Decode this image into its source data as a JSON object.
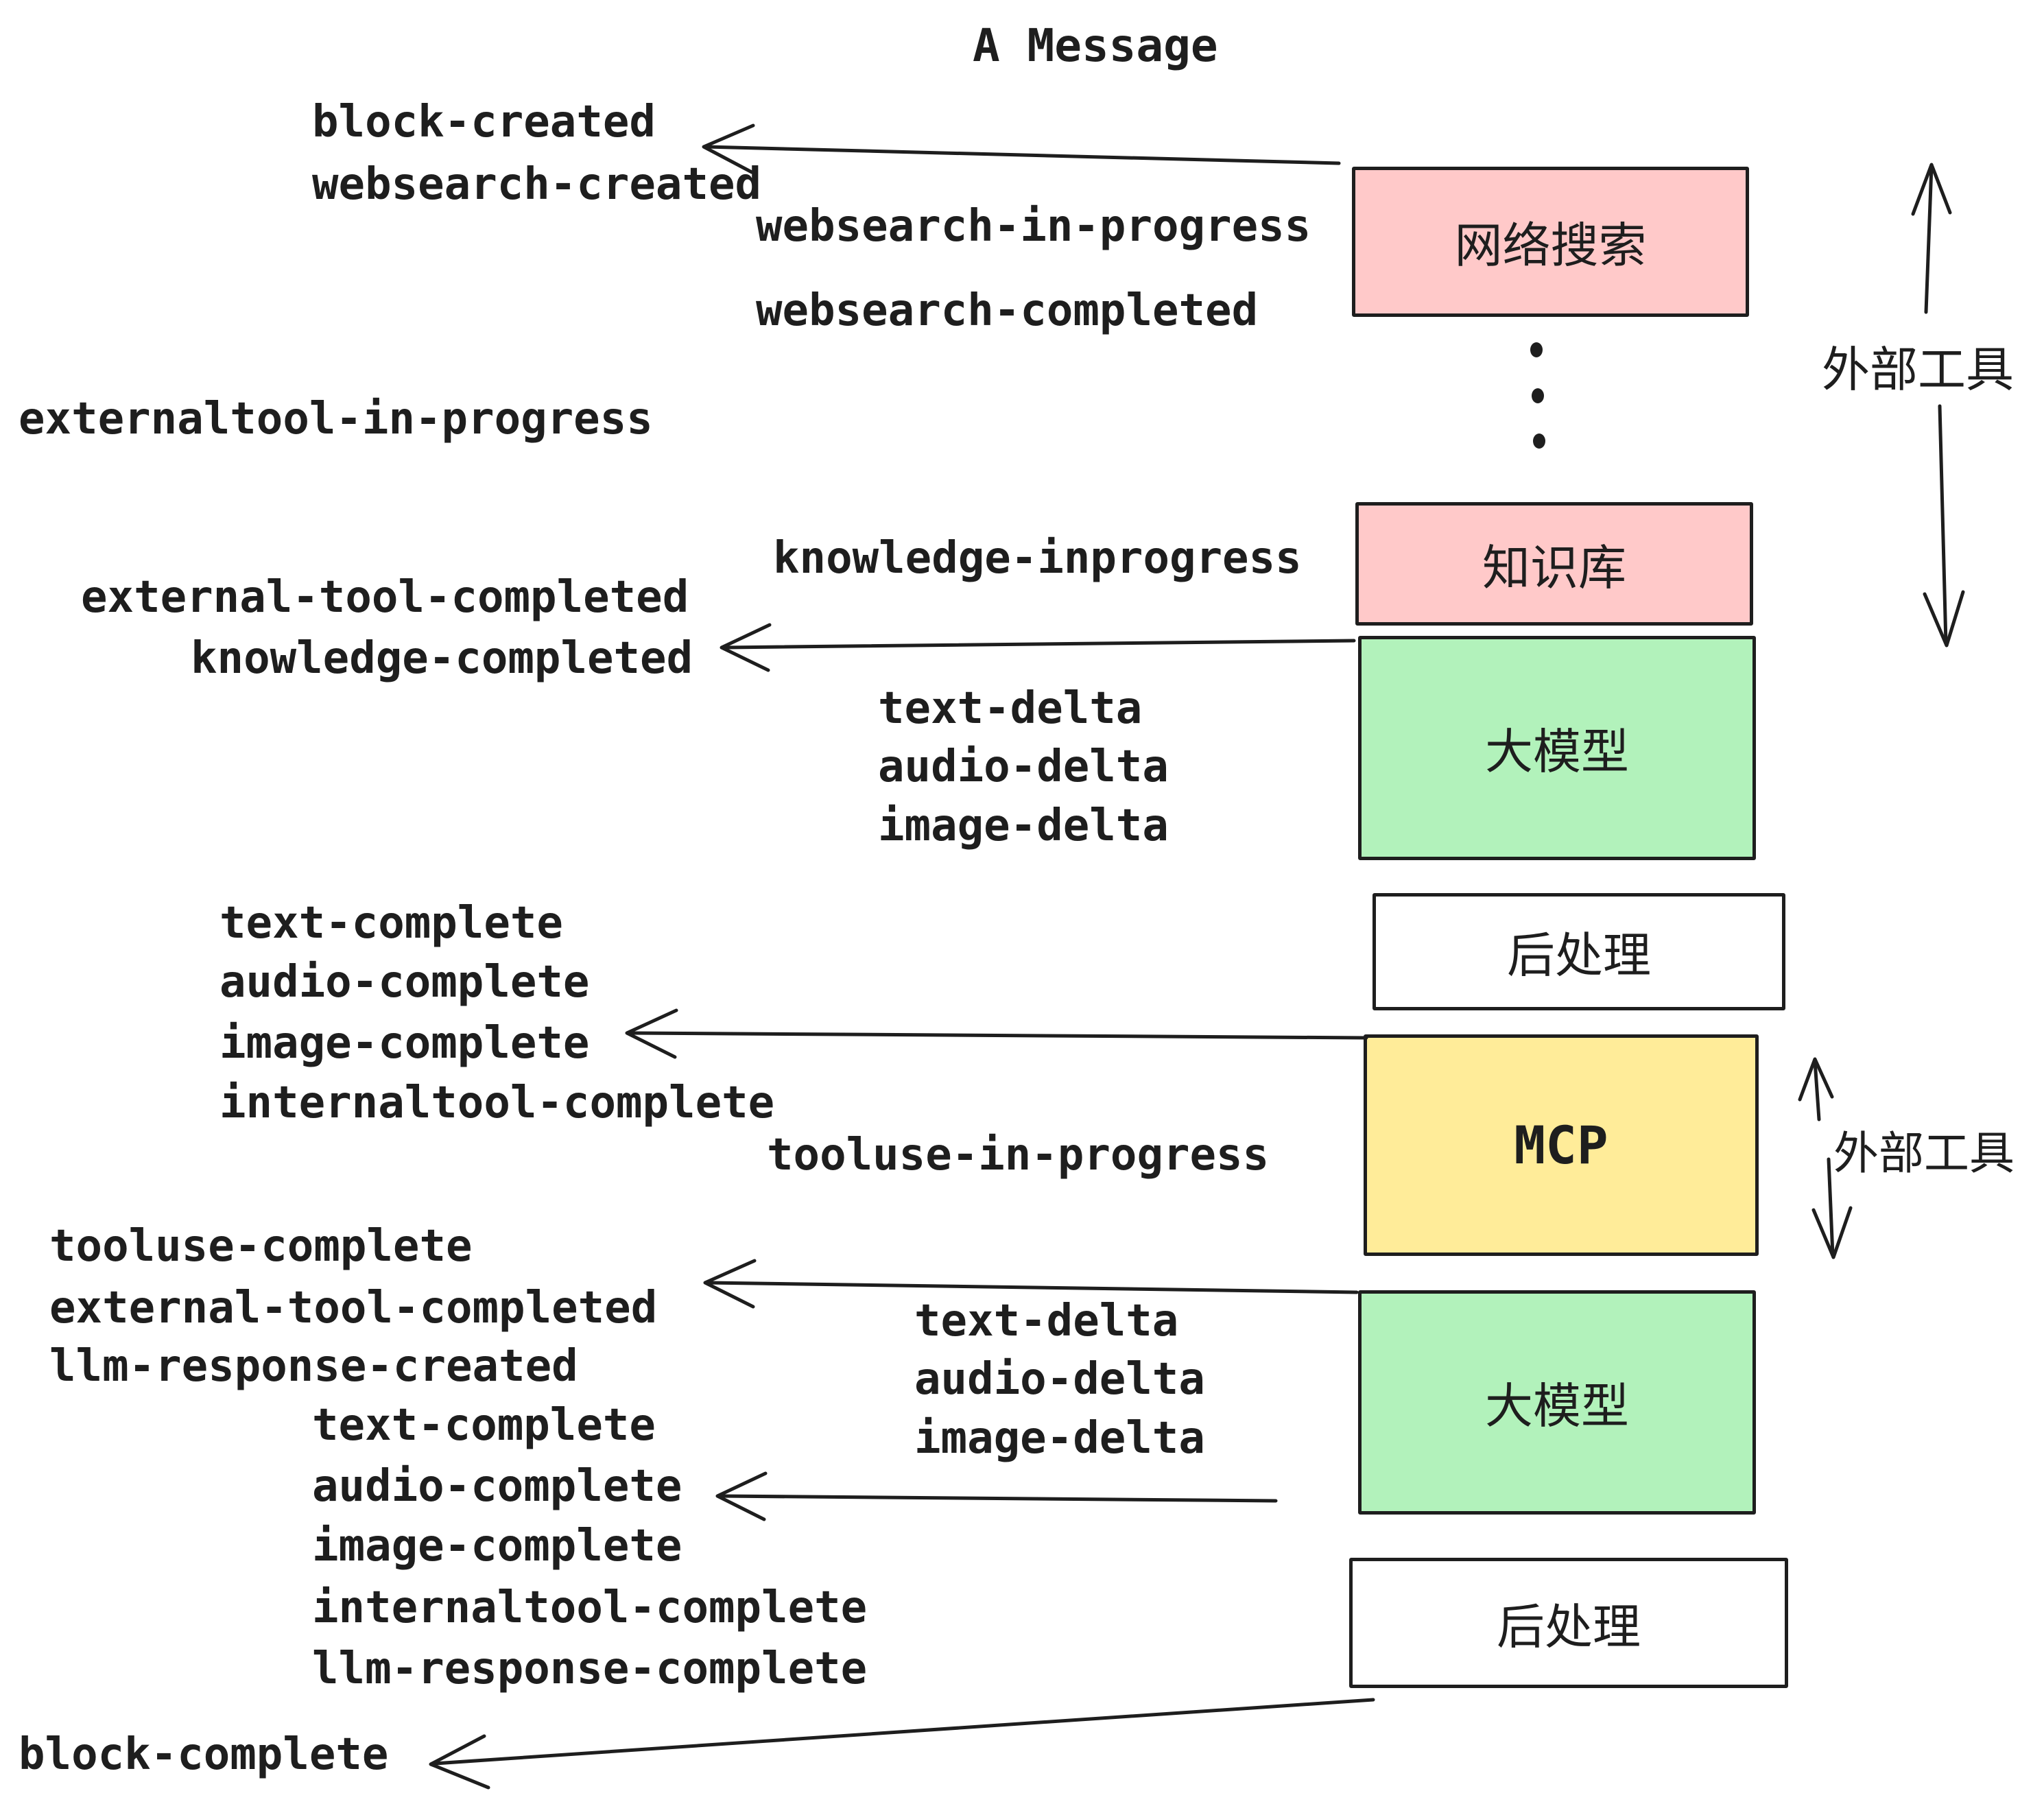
{
  "title": "A Message",
  "colors": {
    "pink": "#ffc9c9",
    "green": "#b2f2bb",
    "yellow": "#ffec99",
    "white": "#ffffff",
    "stroke": "#1e1e1e",
    "background": "#ffffff"
  },
  "boxes": [
    {
      "id": "websearch",
      "label": "网络搜索",
      "color": "pink"
    },
    {
      "id": "knowledge",
      "label": "知识库",
      "color": "pink"
    },
    {
      "id": "llm-1",
      "label": "大模型",
      "color": "green"
    },
    {
      "id": "post-1",
      "label": "后处理",
      "color": "white"
    },
    {
      "id": "mcp",
      "label": "MCP",
      "color": "yellow"
    },
    {
      "id": "llm-2",
      "label": "大模型",
      "color": "green"
    },
    {
      "id": "post-2",
      "label": "后处理",
      "color": "white"
    }
  ],
  "events": [
    {
      "text": "block-created"
    },
    {
      "text": "websearch-created"
    },
    {
      "text": "websearch-in-progress"
    },
    {
      "text": "websearch-completed"
    },
    {
      "text": "externaltool-in-progress"
    },
    {
      "text": "knowledge-inprogress"
    },
    {
      "text": "external-tool-completed"
    },
    {
      "text": "knowledge-completed"
    },
    {
      "text": "text-delta"
    },
    {
      "text": "audio-delta"
    },
    {
      "text": "image-delta"
    },
    {
      "text": "text-complete"
    },
    {
      "text": "audio-complete"
    },
    {
      "text": "image-complete"
    },
    {
      "text": "internaltool-complete"
    },
    {
      "text": "tooluse-in-progress"
    },
    {
      "text": "tooluse-complete"
    },
    {
      "text": "external-tool-completed"
    },
    {
      "text": "llm-response-created"
    },
    {
      "text": "text-delta"
    },
    {
      "text": "audio-delta"
    },
    {
      "text": "image-delta"
    },
    {
      "text": "text-complete"
    },
    {
      "text": "audio-complete"
    },
    {
      "text": "image-complete"
    },
    {
      "text": "internaltool-complete"
    },
    {
      "text": "llm-response-complete"
    },
    {
      "text": "block-complete"
    }
  ],
  "side_labels": [
    {
      "text": "外部工具"
    },
    {
      "text": "外部工具"
    }
  ]
}
